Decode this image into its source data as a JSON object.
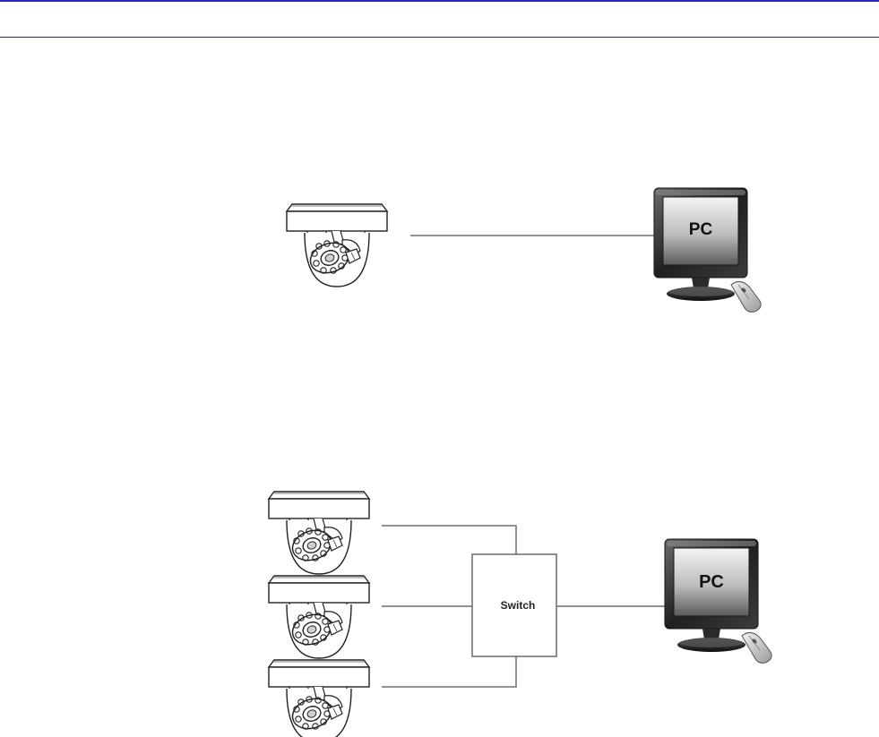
{
  "diagram_1": {
    "pc_label": "PC"
  },
  "diagram_2": {
    "switch_label": "Switch",
    "pc_label": "PC"
  },
  "colors": {
    "top_rule": "#2727c8",
    "header_rule": "#2a2a6a",
    "connector": "#6e6e6e"
  }
}
